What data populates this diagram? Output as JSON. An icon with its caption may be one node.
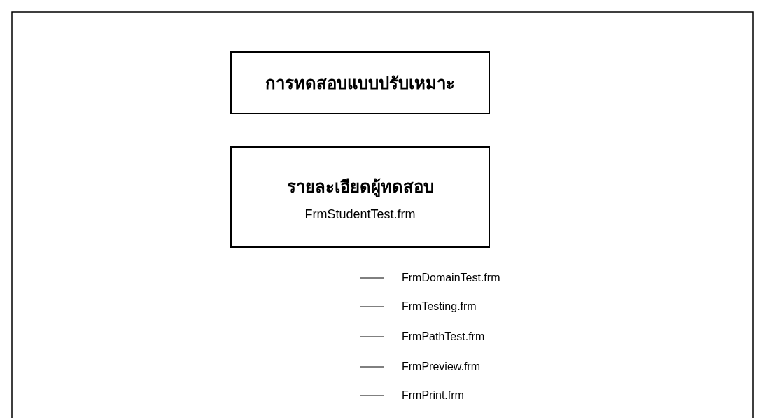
{
  "diagram": {
    "nodes": [
      {
        "text": [
          "การทดสอบแบบปรับเหมาะ"
        ]
      },
      {
        "text": [
          "รายละเอียดผู้ทดสอบ",
          "FrmStudentTest.frm"
        ]
      },
      {
        "text": [
          "FrmDomainTest.frm"
        ]
      },
      {
        "text": [
          "FrmTesting.frm"
        ]
      },
      {
        "text": [
          "FrmPathTest.frm"
        ]
      },
      {
        "text": [
          "FrmPreview.frm"
        ]
      },
      {
        "text": [
          "FrmPrint.frm"
        ]
      }
    ],
    "edges": [
      {
        "from": 0,
        "to": 1,
        "arrow": "none"
      },
      {
        "from": 1,
        "to": 2,
        "arrow": "none"
      },
      {
        "from": 1,
        "to": 3,
        "arrow": "none"
      },
      {
        "from": 1,
        "to": 4,
        "arrow": "none"
      },
      {
        "from": 1,
        "to": 5,
        "arrow": "none"
      },
      {
        "from": 1,
        "to": 6,
        "arrow": "none"
      }
    ]
  }
}
